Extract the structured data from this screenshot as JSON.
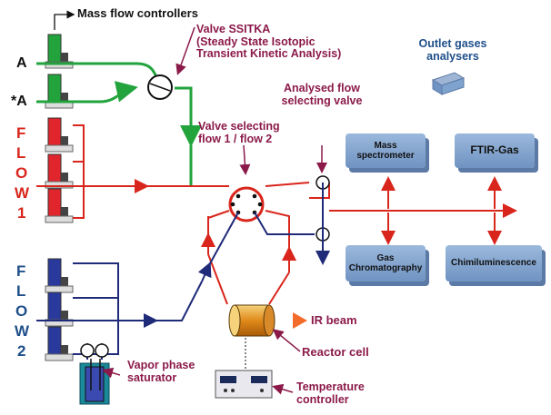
{
  "labels": {
    "mass_flow_controllers": "Mass flow controllers",
    "valve_ssitka": "Valve SSITKA\n(Steady State Isotopic\nTransient Kinetic Analysis)",
    "outlet_gases": "Outlet gases\nanalysers",
    "analysed_flow_valve": "Analysed flow\nselecting valve",
    "valve_selecting": "Valve selecting\nflow 1 / flow 2",
    "ir_beam": "IR beam",
    "reactor_cell": "Reactor cell",
    "vapor_phase": "Vapor phase\nsaturator",
    "temperature_controller": "Temperature\ncontroller",
    "line_a": "A",
    "line_star_a": "*A"
  },
  "flow1": {
    "letters": [
      "F",
      "L",
      "O",
      "W",
      "1"
    ]
  },
  "flow2": {
    "letters": [
      "F",
      "L",
      "O",
      "W",
      "2"
    ]
  },
  "analysers": {
    "mass_spectrometer": "Mass\nspectrometer",
    "ftir_gas": "FTIR-Gas",
    "gas_chromatography": "Gas\nChromatography",
    "chimiluminescence": "Chimiluminescence"
  },
  "colors": {
    "green": "#22a33c",
    "red": "#d9261c",
    "navy": "#1f2a78",
    "maroon": "#8b1a4a",
    "box": "#7fa3cf"
  }
}
